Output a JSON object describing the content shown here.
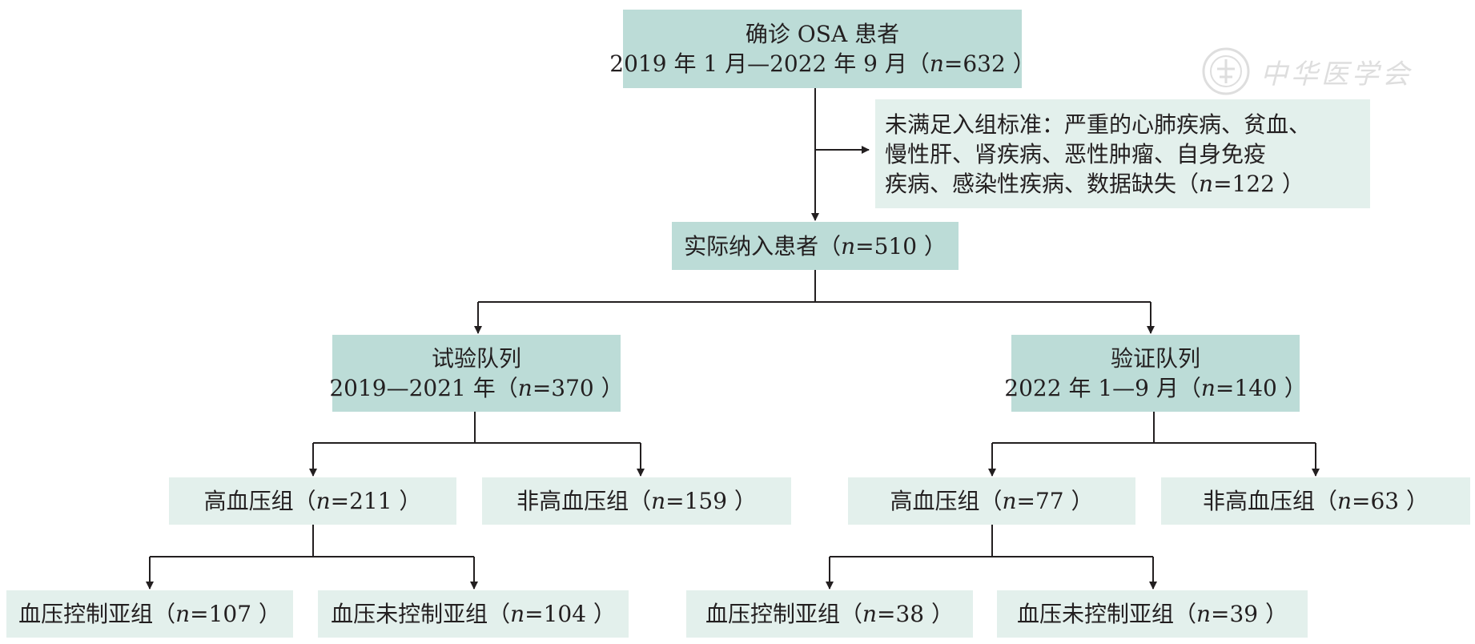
{
  "boxes": {
    "confirmed": {
      "line1": "确诊 OSA 患者",
      "line2_pre": "2019 年 1 月—2022 年 9 月（",
      "n": "n",
      "line2_post": "=632 ）"
    },
    "excluded": {
      "line1": "未满足入组标准：严重的心肺疾病、贫血、",
      "line2": "慢性肝、肾疾病、恶性肿瘤、自身免疫",
      "line3_pre": "疾病、感染性疾病、数据缺失（",
      "n": "n",
      "line3_post": "=122 ）"
    },
    "included": {
      "pre": "实际纳入患者（",
      "n": "n",
      "post": "=510 ）"
    },
    "train": {
      "line1": "试验队列",
      "line2_pre": "2019—2021 年（",
      "n": "n",
      "line2_post": "=370 ）"
    },
    "valid": {
      "line1": "验证队列",
      "line2_pre": "2022 年 1—9 月（",
      "n": "n",
      "line2_post": "=140 ）"
    },
    "train_htn": {
      "pre": "高血压组（",
      "n": "n",
      "post": "=211 ）"
    },
    "train_nonhtn": {
      "pre": "非高血压组（",
      "n": "n",
      "post": "=159 ）"
    },
    "valid_htn": {
      "pre": "高血压组（",
      "n": "n",
      "post": "=77 ）"
    },
    "valid_nonhtn": {
      "pre": "非高血压组（",
      "n": "n",
      "post": "=63 ）"
    },
    "train_controlled": {
      "pre": "血压控制亚组（",
      "n": "n",
      "post": "=107 ）"
    },
    "train_uncontrolled": {
      "pre": "血压未控制亚组（",
      "n": "n",
      "post": "=104 ）"
    },
    "valid_controlled": {
      "pre": "血压控制亚组（",
      "n": "n",
      "post": "=38 ）"
    },
    "valid_uncontrolled": {
      "pre": "血压未控制亚组（",
      "n": "n",
      "post": "=39 ）"
    }
  },
  "watermark": {
    "text": "中华医学会",
    "icon": "society-seal-icon"
  },
  "colors": {
    "dark_box": "#bcdcd7",
    "light_box": "#e3f0ec",
    "line": "#231f20"
  }
}
